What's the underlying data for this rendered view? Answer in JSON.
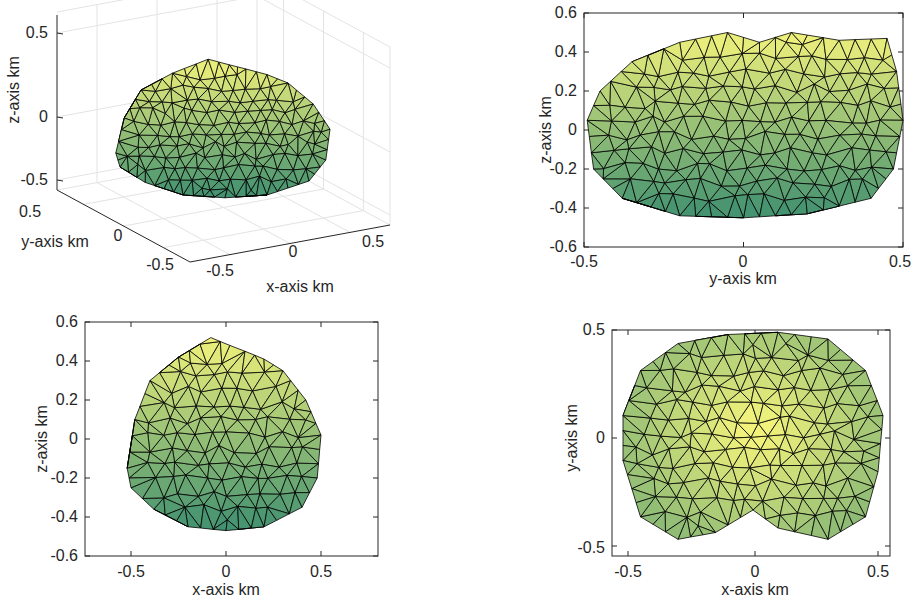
{
  "diagram": {
    "labels": [
      "z-axis km",
      "0.5",
      "0",
      "-0.5",
      "0.5",
      "0",
      "-0.5",
      "y-axis km",
      "-0.5",
      "0",
      "0.5",
      "x-axis km",
      "0.6",
      "0.4",
      "0.2",
      "0",
      "-0.2",
      "-0.4",
      "-0.6",
      "z-axis km",
      "-0.5",
      "0",
      "0.5",
      "y-axis km",
      "0.6",
      "0.4",
      "0.2",
      "0",
      "-0.2",
      "-0.4",
      "-0.6",
      "z-axis km",
      "-0.5",
      "0",
      "0.5",
      "x-axis km",
      "0.5",
      "0",
      "-0.5",
      "y-axis km",
      "-0.5",
      "0",
      "0.5",
      "x-axis km"
    ]
  }
}
